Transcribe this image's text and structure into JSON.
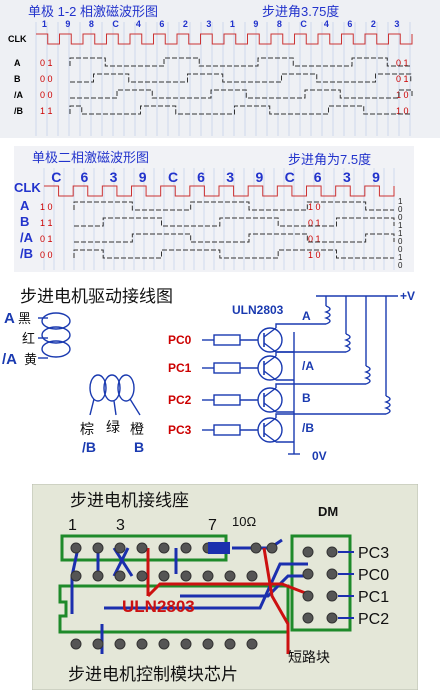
{
  "panel1": {
    "title": "单极 1-2 相激磁波形图",
    "step": "步进角3.75度",
    "clk_label": "CLK",
    "clk_nums": [
      "1",
      "9",
      "8",
      "C",
      "4",
      "6",
      "2",
      "3",
      "1",
      "9",
      "8",
      "C",
      "4",
      "6",
      "2",
      "3"
    ],
    "rows": [
      {
        "label": "A",
        "start": "0 1",
        "end": "0 1"
      },
      {
        "label": "B",
        "start": "0 0",
        "end": "0 1"
      },
      {
        "label": "/A",
        "start": "0 0",
        "end": "1 0"
      },
      {
        "label": "/B",
        "start": "1 1",
        "end": "1 0"
      }
    ],
    "colors": {
      "bg": "#eef0f4",
      "grid": "#b9c8e8",
      "title": "#2233cc",
      "wave": "#333333",
      "clk": "#cc3333",
      "bits": "#cc0000"
    }
  },
  "panel2": {
    "title": "单极二相激磁波形图",
    "step": "步进角为7.5度",
    "clk_label": "CLK",
    "clk_nums": [
      "C",
      "6",
      "3",
      "9",
      "C",
      "6",
      "3",
      "9",
      "C",
      "6",
      "3",
      "9"
    ],
    "rows": [
      {
        "label": "A",
        "start": "1 0",
        "end": "1 0"
      },
      {
        "label": "B",
        "start": "1 1",
        "end": "0 1"
      },
      {
        "label": "/A",
        "start": "0 1",
        "end": "0 1"
      },
      {
        "label": "/B",
        "start": "0 0",
        "end": "1 0"
      }
    ],
    "right_bits": [
      "1",
      "0",
      "0",
      "1",
      "1",
      "0",
      "0",
      "1",
      "0"
    ],
    "colors": {
      "bg": "#f1f2f6",
      "grid": "#b9c8e8",
      "title": "#2233cc",
      "wave": "#333333",
      "clk": "#cc3333",
      "bits": "#cc0000"
    }
  },
  "panel3": {
    "title": "步进电机驱动接线图",
    "chip": "ULN2803",
    "vplus": "+V",
    "zero_v": "0V",
    "coil_labels": [
      "A",
      "黑",
      "红",
      "/A",
      "黄"
    ],
    "bottom_colors": [
      "棕",
      "绿",
      "橙"
    ],
    "bottom_labels": [
      "/B",
      "B"
    ],
    "pc": [
      "PC0",
      "PC1",
      "PC2",
      "PC3"
    ],
    "out": [
      "A",
      "/A",
      "B",
      "/B"
    ],
    "colors": {
      "wire": "#1a3ab0",
      "pc": "#cc0000",
      "text": "#111111"
    }
  },
  "panel4": {
    "title": "步进电机接线座",
    "pin_nums": [
      "1",
      "3",
      "7"
    ],
    "resistor": "10Ω",
    "chip": "ULN2803",
    "dm": "DM",
    "pcs": [
      "PC3",
      "PC0",
      "PC1",
      "PC2"
    ],
    "jumper": "短路块",
    "footer": "步进电机控制模块芯片",
    "colors": {
      "bg": "#e4e7d8",
      "green": "#1e8a2a",
      "red": "#cc1111",
      "blue": "#1b2fae",
      "pin": "#555555"
    }
  }
}
